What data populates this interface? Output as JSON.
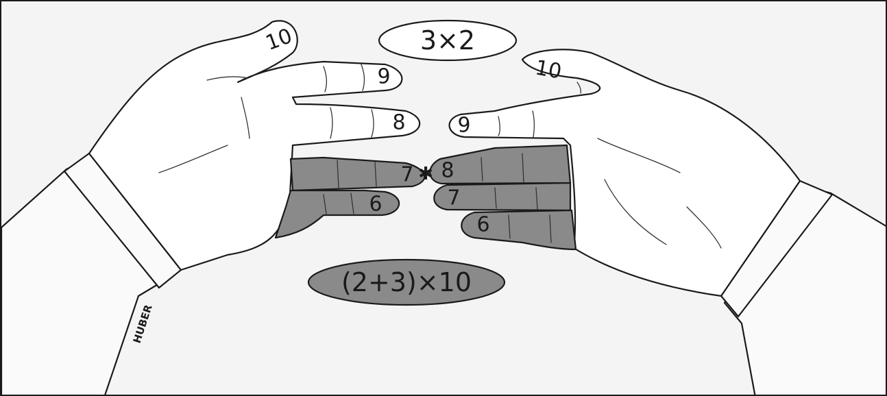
{
  "formulas": {
    "top": "3×2",
    "bottom": "(2+3)×10"
  },
  "left_hand": {
    "fingers": [
      "10",
      "9",
      "8",
      "7",
      "6"
    ]
  },
  "right_hand": {
    "fingers": [
      "10",
      "9",
      "8",
      "7",
      "6"
    ]
  },
  "contact_mark": "✱",
  "signature": "HUBER",
  "colors": {
    "paper": "#f4f4f4",
    "ink": "#1a1a1a",
    "tucked_finger_shade": "#8a8a8a",
    "skin": "#ffffff"
  }
}
